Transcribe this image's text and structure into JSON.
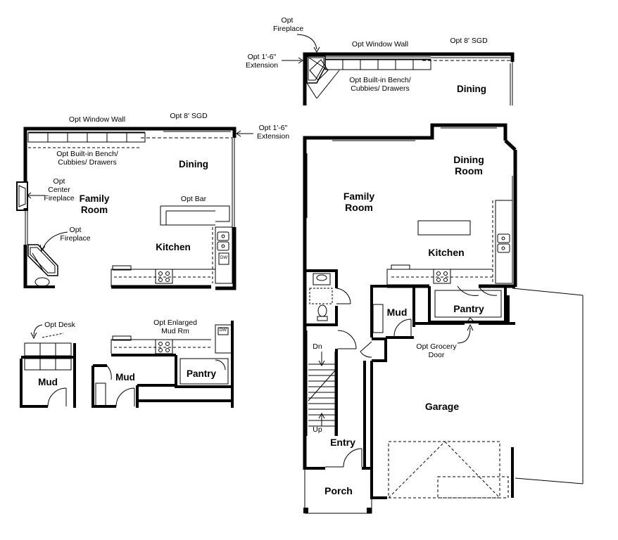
{
  "top_option": {
    "opt_fireplace": [
      "Opt",
      "Fireplace"
    ],
    "opt_extension": [
      "Opt 1'-6\"",
      "Extension"
    ],
    "window_wall": "Opt Window Wall",
    "sgd": "Opt 8' SGD",
    "bench": [
      "Opt Built-in Bench/",
      "Cubbies/ Drawers"
    ],
    "dining": "Dining"
  },
  "left_option": {
    "window_wall": "Opt Window Wall",
    "sgd": "Opt 8' SGD",
    "extension": [
      "Opt 1'-6\"",
      "Extension"
    ],
    "bench": [
      "Opt Built-in Bench/",
      "Cubbies/ Drawers"
    ],
    "dining": "Dining",
    "center_fireplace": [
      "Opt",
      "Center",
      "Fireplace"
    ],
    "family_room": [
      "Family",
      "Room"
    ],
    "bar": "Opt Bar",
    "opt_fireplace": [
      "Opt",
      "Fireplace"
    ],
    "kitchen": "Kitchen",
    "dw": "DW"
  },
  "desk_option": {
    "opt_desk": "Opt Desk",
    "mud": "Mud"
  },
  "mud_option": {
    "title": [
      "Opt Enlarged",
      "Mud Rm"
    ],
    "mud": "Mud",
    "pantry": "Pantry",
    "dw": "DW"
  },
  "main_plan": {
    "dining_room": [
      "Dining",
      "Room"
    ],
    "family_room": [
      "Family",
      "Room"
    ],
    "kitchen": "Kitchen",
    "mud": "Mud",
    "pantry": "Pantry",
    "grocery_door": [
      "Opt Grocery",
      "Door"
    ],
    "dn": "Dn",
    "up": "Up",
    "entry": "Entry",
    "garage": "Garage",
    "porch": "Porch"
  }
}
